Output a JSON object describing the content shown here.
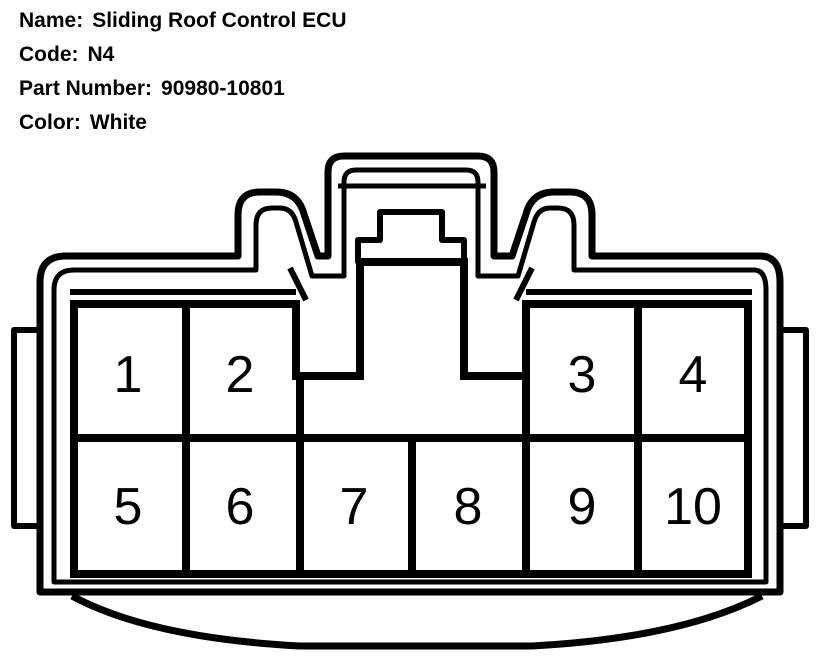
{
  "info": {
    "name_label": "Name:",
    "name_value": "Sliding Roof Control ECU",
    "code_label": "Code:",
    "code_value": "N4",
    "part_label": "Part Number:",
    "part_value": "90980-10801",
    "color_label": "Color:",
    "color_value": "White"
  },
  "connector": {
    "pins": [
      {
        "label": "1"
      },
      {
        "label": "2"
      },
      {
        "label": "3"
      },
      {
        "label": "4"
      },
      {
        "label": "5"
      },
      {
        "label": "6"
      },
      {
        "label": "7"
      },
      {
        "label": "8"
      },
      {
        "label": "9"
      },
      {
        "label": "10"
      }
    ]
  }
}
